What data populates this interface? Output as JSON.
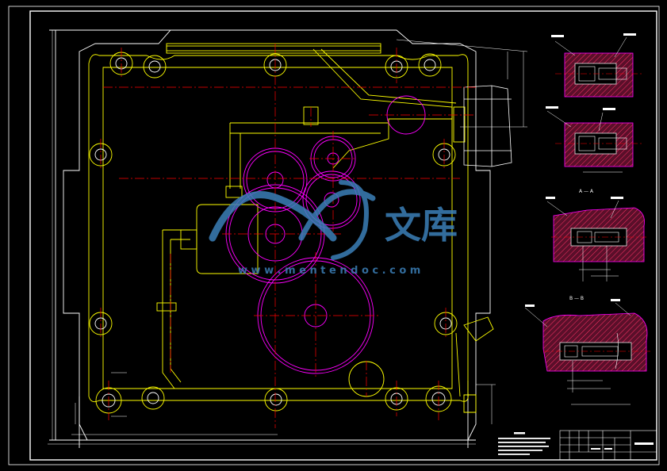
{
  "colors": {
    "background": "#000000",
    "frame": "#ffffff",
    "housing": "#ffff00",
    "gear": "#ff00ff",
    "centerline": "#ff0000",
    "hatch": "#cc2244",
    "dimension": "#ffffff",
    "watermark": "#3b7fb8"
  },
  "watermark": {
    "brand_glyphs": "文库",
    "url": "w w w . m e n t e n d o c . c o m",
    "icon": "wave-swoosh-icon"
  },
  "section_labels": {
    "section_a": "A — A",
    "section_b": "B — B"
  }
}
